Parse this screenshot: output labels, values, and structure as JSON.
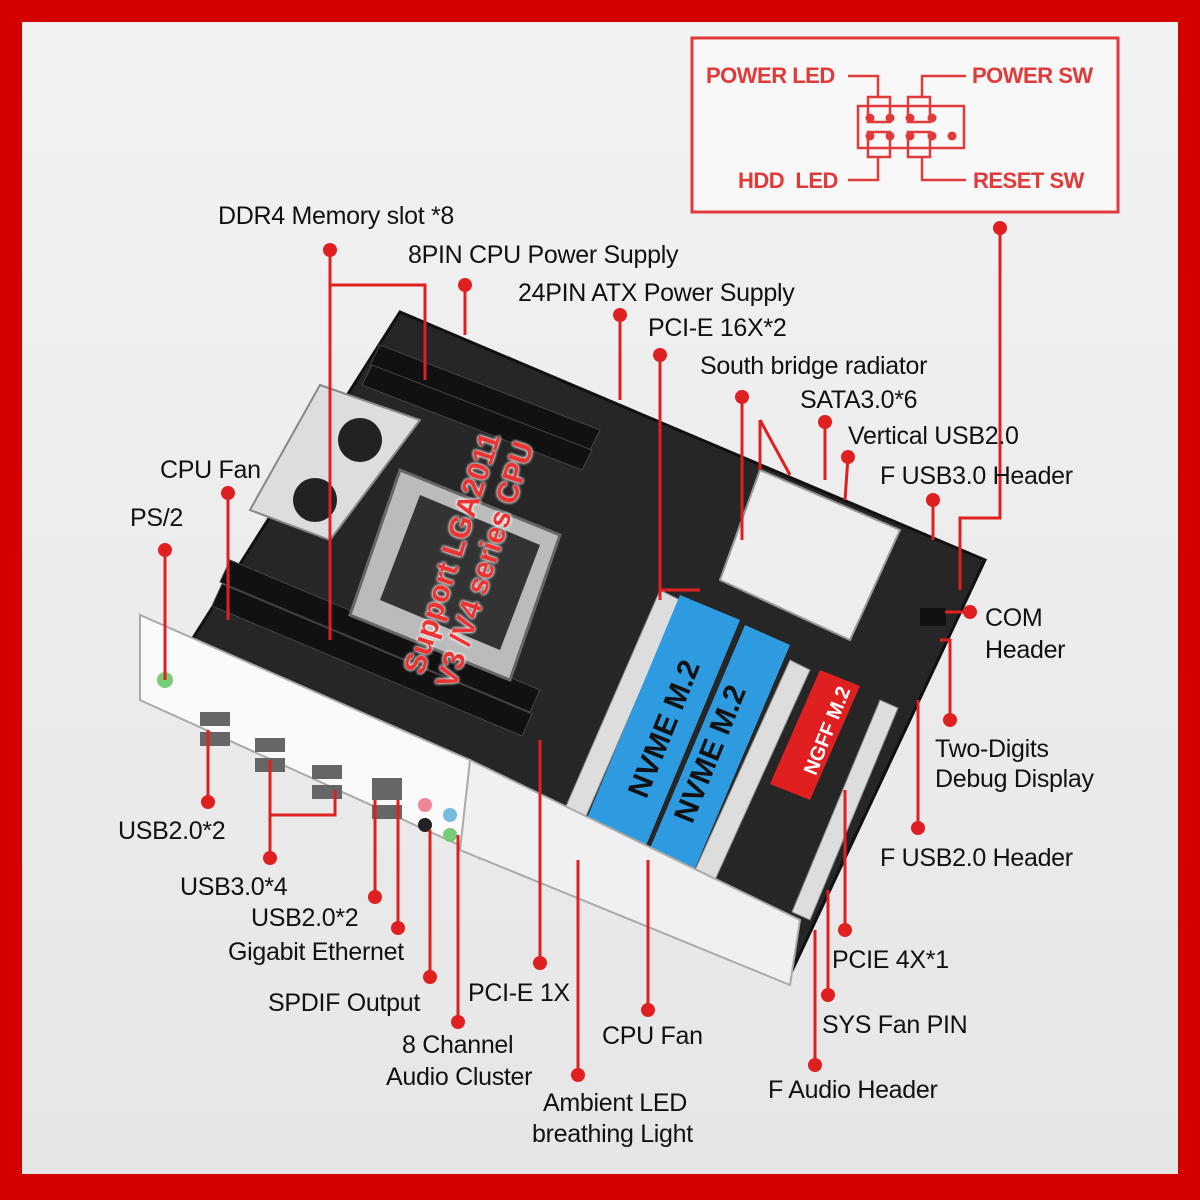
{
  "front_panel": {
    "power_led": "POWER LED",
    "power_sw": "POWER SW",
    "hdd_led": "HDD  LED",
    "reset_sw": "RESET SW"
  },
  "board_text": {
    "cpu_support_line1": "Support LGA2011",
    "cpu_support_line2": "V3 /V4 series CPU",
    "nvme1": "NVME M.2",
    "nvme2": "NVME M.2",
    "ngff": "NGFF M.2"
  },
  "labels": {
    "ddr4": "DDR4 Memory slot *8",
    "cpu_power": "8PIN CPU Power Supply",
    "atx_power": "24PIN ATX Power Supply",
    "pcie16": "PCI-E 16X*2",
    "south_bridge": "South bridge radiator",
    "sata": "SATA3.0*6",
    "vertical_usb": "Vertical USB2.0",
    "f_usb3": "F USB3.0 Header",
    "com_line1": "COM",
    "com_line2": "Header",
    "debug_line1": "Two-Digits",
    "debug_line2": "Debug Display",
    "f_usb2": "F USB2.0 Header",
    "pcie4": "PCIE 4X*1",
    "sys_fan": "SYS Fan PIN",
    "f_audio": "F Audio Header",
    "cpu_fan_bottom": "CPU Fan",
    "ambient_line1": "Ambient LED",
    "ambient_line2": "breathing Light",
    "pcie1": "PCI-E 1X",
    "audio_line1": "8 Channel",
    "audio_line2": "Audio Cluster",
    "spdif": "SPDIF Output",
    "ethernet": "Gigabit Ethernet",
    "usb2_b": "USB2.0*2",
    "usb3": "USB3.0*4",
    "usb2_a": "USB2.0*2",
    "ps2": "PS/2",
    "cpu_fan_top": "CPU Fan"
  },
  "colors": {
    "frame": "#d40000",
    "accent": "#e03a3a",
    "nvme": "#2e9be0"
  }
}
